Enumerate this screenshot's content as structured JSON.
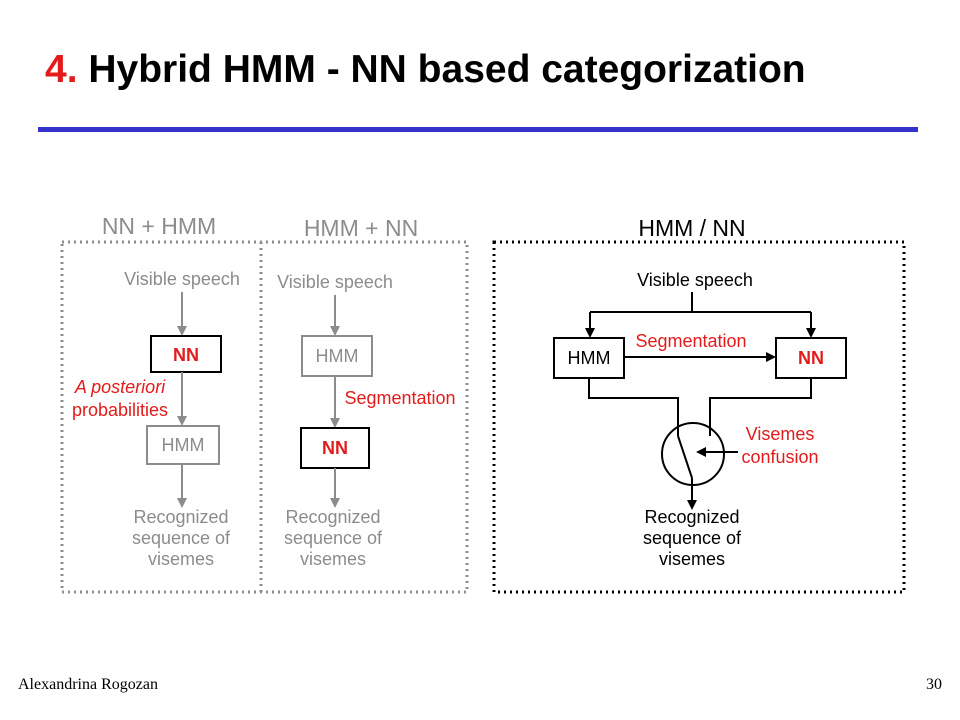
{
  "slide": {
    "title_number": "4.",
    "title_text": " Hybrid HMM - NN based categorization",
    "author": "Alexandrina Rogozan",
    "page_number": "30"
  },
  "colors": {
    "accent_red": "#e31b1b",
    "rule_blue": "#3333cc",
    "gray": "#8c8c8c"
  },
  "panels": {
    "nn_hmm": {
      "heading": "NN + HMM",
      "input": "Visible speech",
      "box1": "NN",
      "box2": "HMM",
      "edge_label_1": "A posteriori",
      "edge_label_2": "probabilities",
      "output_1": "Recognized",
      "output_2": "sequence of",
      "output_3": "visemes"
    },
    "hmm_nn": {
      "heading": "HMM + NN",
      "input": "Visible speech",
      "box1": "HMM",
      "box2": "NN",
      "edge_label": "Segmentation",
      "output_1": "Recognized",
      "output_2": "sequence of",
      "output_3": "visemes"
    },
    "hmm_slash_nn": {
      "heading": "HMM / NN",
      "input": "Visible speech",
      "box_left": "HMM",
      "box_right": "NN",
      "edge_label": "Segmentation",
      "switch_label_1": "Visemes",
      "switch_label_2": "confusion",
      "output_1": "Recognized",
      "output_2": "sequence of",
      "output_3": "visemes"
    }
  }
}
